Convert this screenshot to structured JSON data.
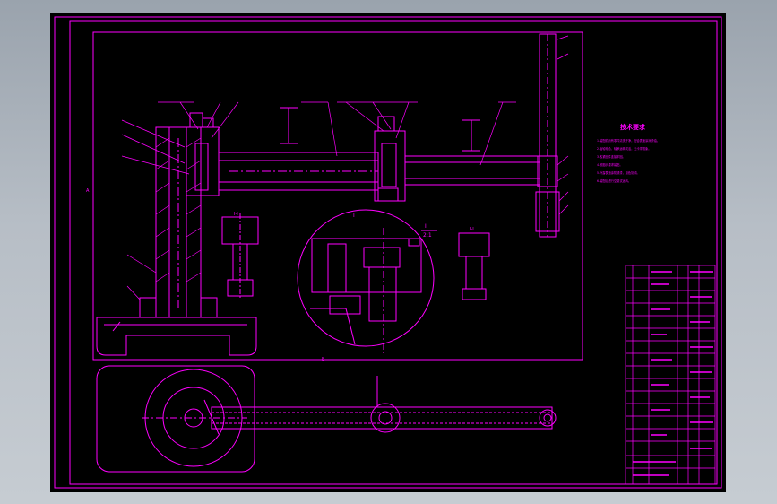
{
  "drawing": {
    "tech_req_title": "技术要求",
    "tech_req_items": [
      "1.装配前所有零件清洗干净，配合表面涂润滑油。",
      "2.齿轮啮合、轴承运转灵活，无卡滞现象。",
      "3.各紧固件连接牢固。",
      "4.按图示要求装配。",
      "5.外露表面涂防锈漆，颜色协调。",
      "6.装配后进行空载试运转。"
    ],
    "section_label": "I-I",
    "detail_label": "I",
    "detail_scale": "2:1",
    "view_label_a": "A",
    "view_label_b": "B",
    "colors": {
      "line": "#ff00ff",
      "background": "#000000"
    }
  }
}
